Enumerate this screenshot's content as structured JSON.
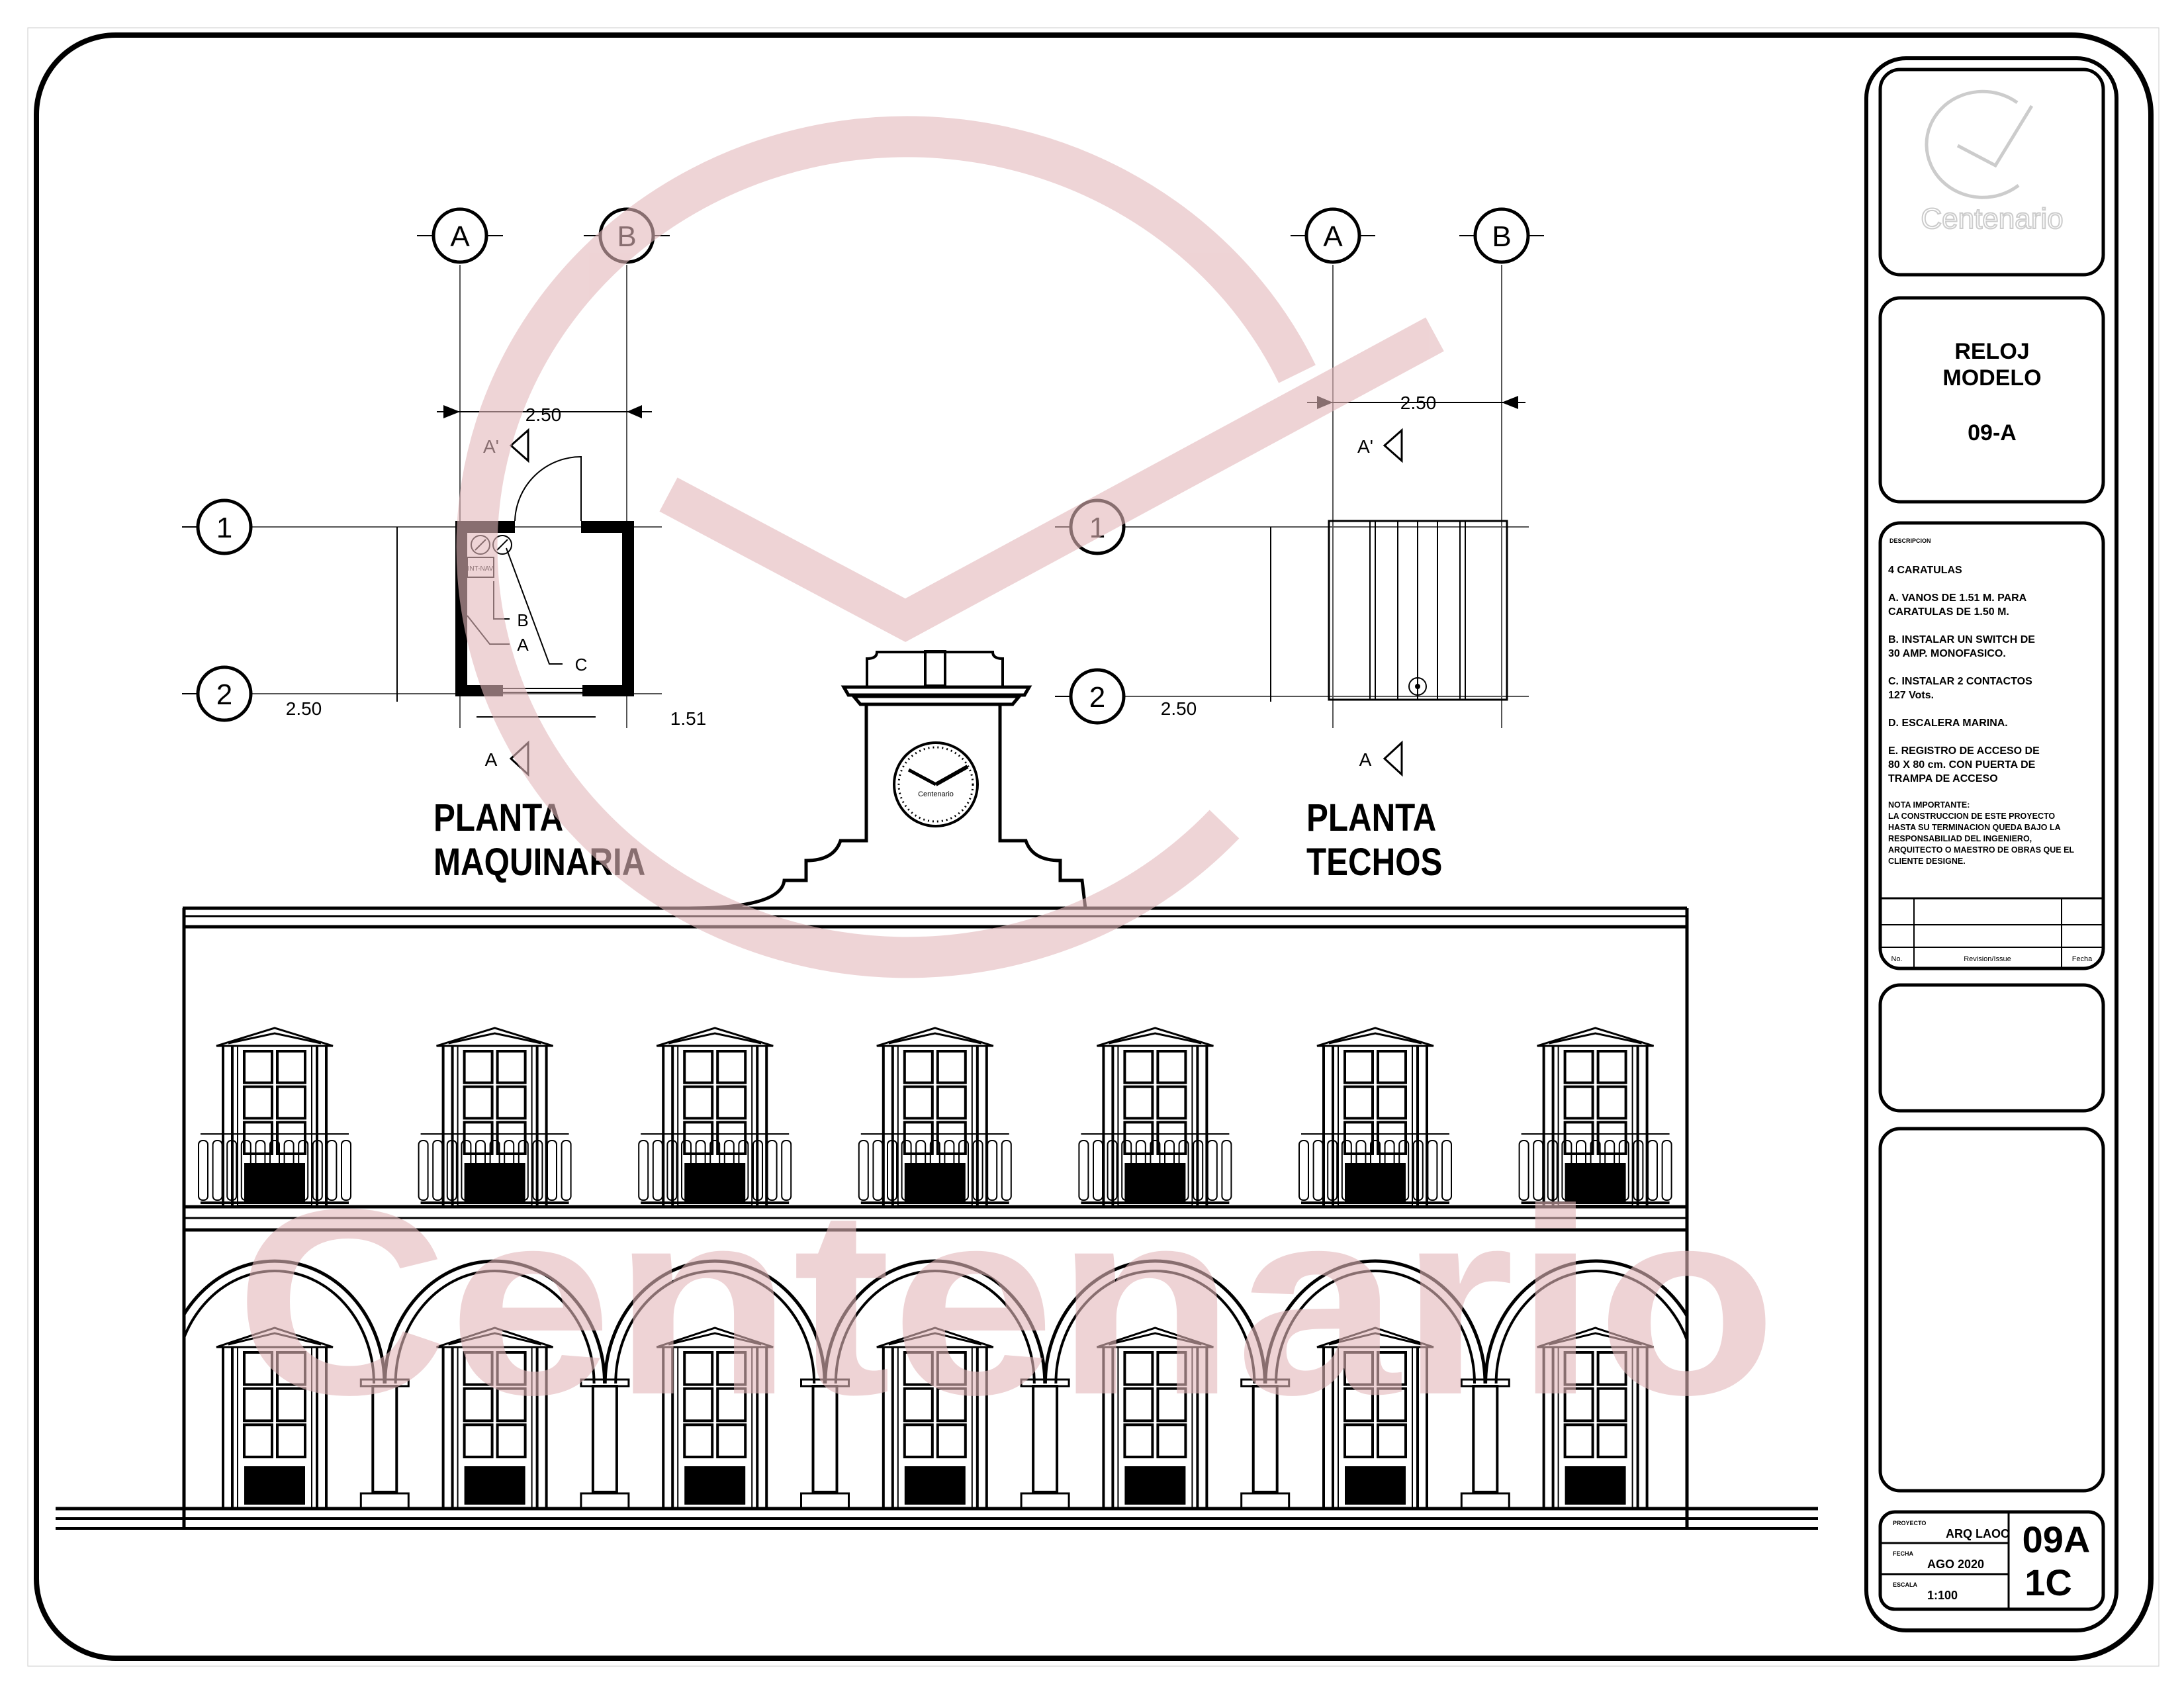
{
  "watermark": {
    "text": "Centenario",
    "color": "#e3b7ba"
  },
  "plan_machinery": {
    "title_line1": "PLANTA",
    "title_line2": "MAQUINARIA",
    "grid_cols": [
      "A",
      "B"
    ],
    "grid_rows": [
      "1",
      "2"
    ],
    "dim_top": "2.50",
    "dim_left": "2.50",
    "dim_opening": "1.51",
    "section_top": "A'",
    "section_bottom": "A",
    "panel_label": "INT-NAV",
    "callouts": [
      "B",
      "A",
      "C"
    ]
  },
  "plan_roof": {
    "title_line1": "PLANTA",
    "title_line2": "TECHOS",
    "grid_cols": [
      "A",
      "B"
    ],
    "grid_rows": [
      "1",
      "2"
    ],
    "dim_top": "2.50",
    "dim_left": "2.50",
    "section_top": "A'",
    "section_bottom": "A"
  },
  "elevation": {
    "clock_brand": "Centenario",
    "upper_windows": 7,
    "lower_windows": 7,
    "columns": 6
  },
  "title_block": {
    "logo_text": "Centenario",
    "title_line1": "RELOJ",
    "title_line2": "MODELO",
    "model": "09-A",
    "description_heading": "DESCRIPCION",
    "description_lines": [
      "4 CARATULAS",
      "A.      VANOS DE 1.51 M. PARA",
      "CARATULAS DE 1.50 M.",
      "B.      INSTALAR UN SWITCH DE",
      "30 AMP. MONOFASICO.",
      "C.      INSTALAR 2 CONTACTOS",
      "127 Vots.",
      "D.      ESCALERA MARINA.",
      "E.      REGISTRO DE ACCESO DE",
      "80 X 80 cm. CON PUERTA DE",
      "TRAMPA DE ACCESO"
    ],
    "note_lines": [
      "NOTA IMPORTANTE:",
      "LA CONSTRUCCION DE ESTE PROYECTO",
      "HASTA SU TERMINACION QUEDA BAJO LA",
      "RESPONSABILIAD DEL INGENIERO,",
      "ARQUITECTO O MAESTRO DE OBRAS QUE EL",
      "CLIENTE DESIGNE."
    ],
    "revision_headers": {
      "no": "No.",
      "issue": "Revision/Issue",
      "date": "Fecha"
    },
    "project_label": "PROYECTO",
    "project_value": "ARQ LAOC",
    "date_label": "FECHA",
    "date_value": "AGO 2020",
    "scale_label": "ESCALA",
    "scale_value": "1:100",
    "sheet_code": "09A",
    "sheet_number": "1C"
  }
}
